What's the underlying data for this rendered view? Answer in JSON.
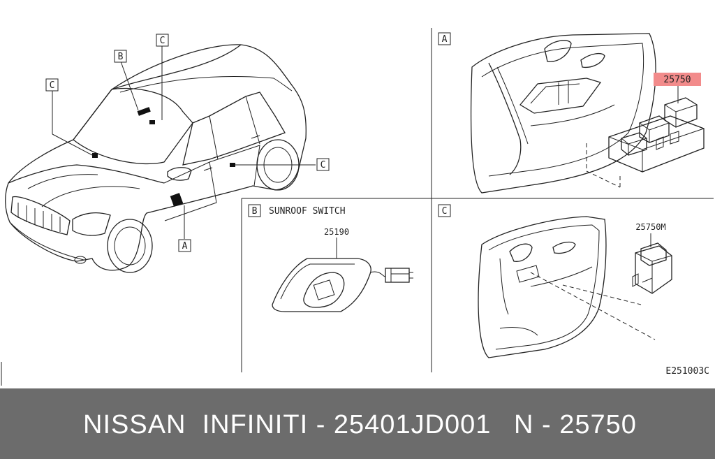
{
  "diagram": {
    "callouts": {
      "vehicle_c_top": "C",
      "vehicle_b": "B",
      "vehicle_c_left": "C",
      "vehicle_c_right": "C",
      "vehicle_a": "A"
    },
    "panel_a": {
      "tag": "A",
      "part_number": "25750",
      "highlight_color": "#f28b8b"
    },
    "panel_b": {
      "tag": "B",
      "title": "SUNROOF SWITCH",
      "part_number": "25190"
    },
    "panel_c": {
      "tag": "C",
      "part_number": "25750M"
    },
    "figure_code": "E251003C"
  },
  "footer": {
    "brand_text": "NISSAN  INFINITI - 25401JD001",
    "part_text": "N - 25750",
    "background": "#6c6c6c"
  }
}
